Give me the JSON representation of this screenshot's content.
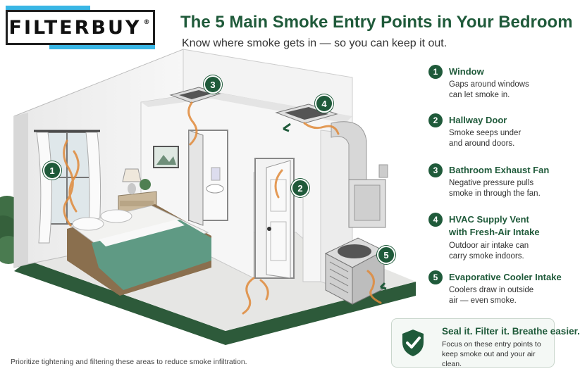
{
  "brand": {
    "name": "FILTERBUY",
    "mark": "®"
  },
  "header": {
    "title": "The 5 Main Smoke Entry Points in Your Bedroom",
    "subtitle": "Know where smoke gets in — so you can keep it out."
  },
  "badges": [
    "1",
    "2",
    "3",
    "4",
    "5"
  ],
  "entry_points": [
    {
      "number": "1",
      "title": "Window",
      "description": "Gaps around windows\ncan let smoke in."
    },
    {
      "number": "2",
      "title": "Hallway Door",
      "description": "Smoke seeps under\nand around doors."
    },
    {
      "number": "3",
      "title": "Bathroom Exhaust Fan",
      "description": "Negative pressure pulls\nsmoke in through the fan."
    },
    {
      "number": "4",
      "title": "HVAC Supply Vent\nwith Fresh-Air Intake",
      "description": "Outdoor air intake can\ncarry smoke indoors."
    },
    {
      "number": "5",
      "title": "Evaporative Cooler Intake",
      "description": "Coolers draw in outside\nair — even smoke."
    }
  ],
  "callout": {
    "title": "Seal it. Filter it. Breathe easier.",
    "body": "Focus on these entry points to\nkeep smoke out and your air clean.",
    "icon": "shield-check-icon"
  },
  "footer": {
    "text": "Prioritize tightening and filtering these areas to reduce smoke infiltration."
  },
  "colors": {
    "brand_green": "#1f5a3a",
    "brand_blue": "#39b6e5",
    "smoke": "#e08a3a",
    "bedding": "#5f9a84"
  }
}
